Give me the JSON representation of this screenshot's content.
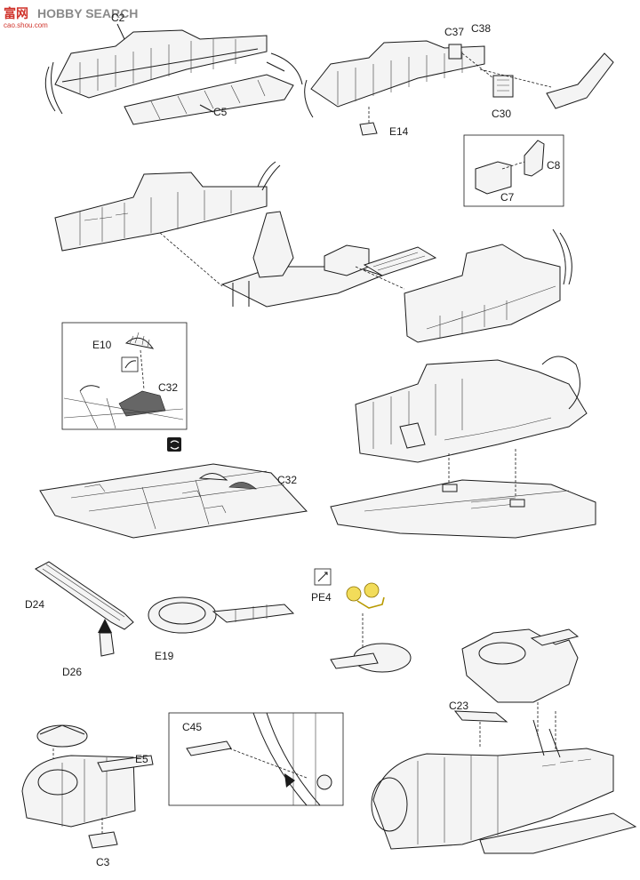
{
  "watermark": {
    "cn": "富网",
    "en": "HOBBY SEARCH",
    "url": "cao.shou.com"
  },
  "labels": {
    "C2": "C2",
    "C5": "C5",
    "C37": "C37",
    "C38": "C38",
    "C30": "C30",
    "E14": "E14",
    "C8": "C8",
    "C7": "C7",
    "E10": "E10",
    "C32_inset": "C32",
    "C32_floor": "C32",
    "D24": "D24",
    "D26": "D26",
    "E19": "E19",
    "PE4": "PE4",
    "E5": "E5",
    "C3": "C3",
    "C45": "C45",
    "C23": "C23"
  },
  "colors": {
    "ink": "#1a1a1a",
    "part_fill": "#f4f4f4",
    "etch": "#d8b400",
    "shade": "#666666"
  }
}
